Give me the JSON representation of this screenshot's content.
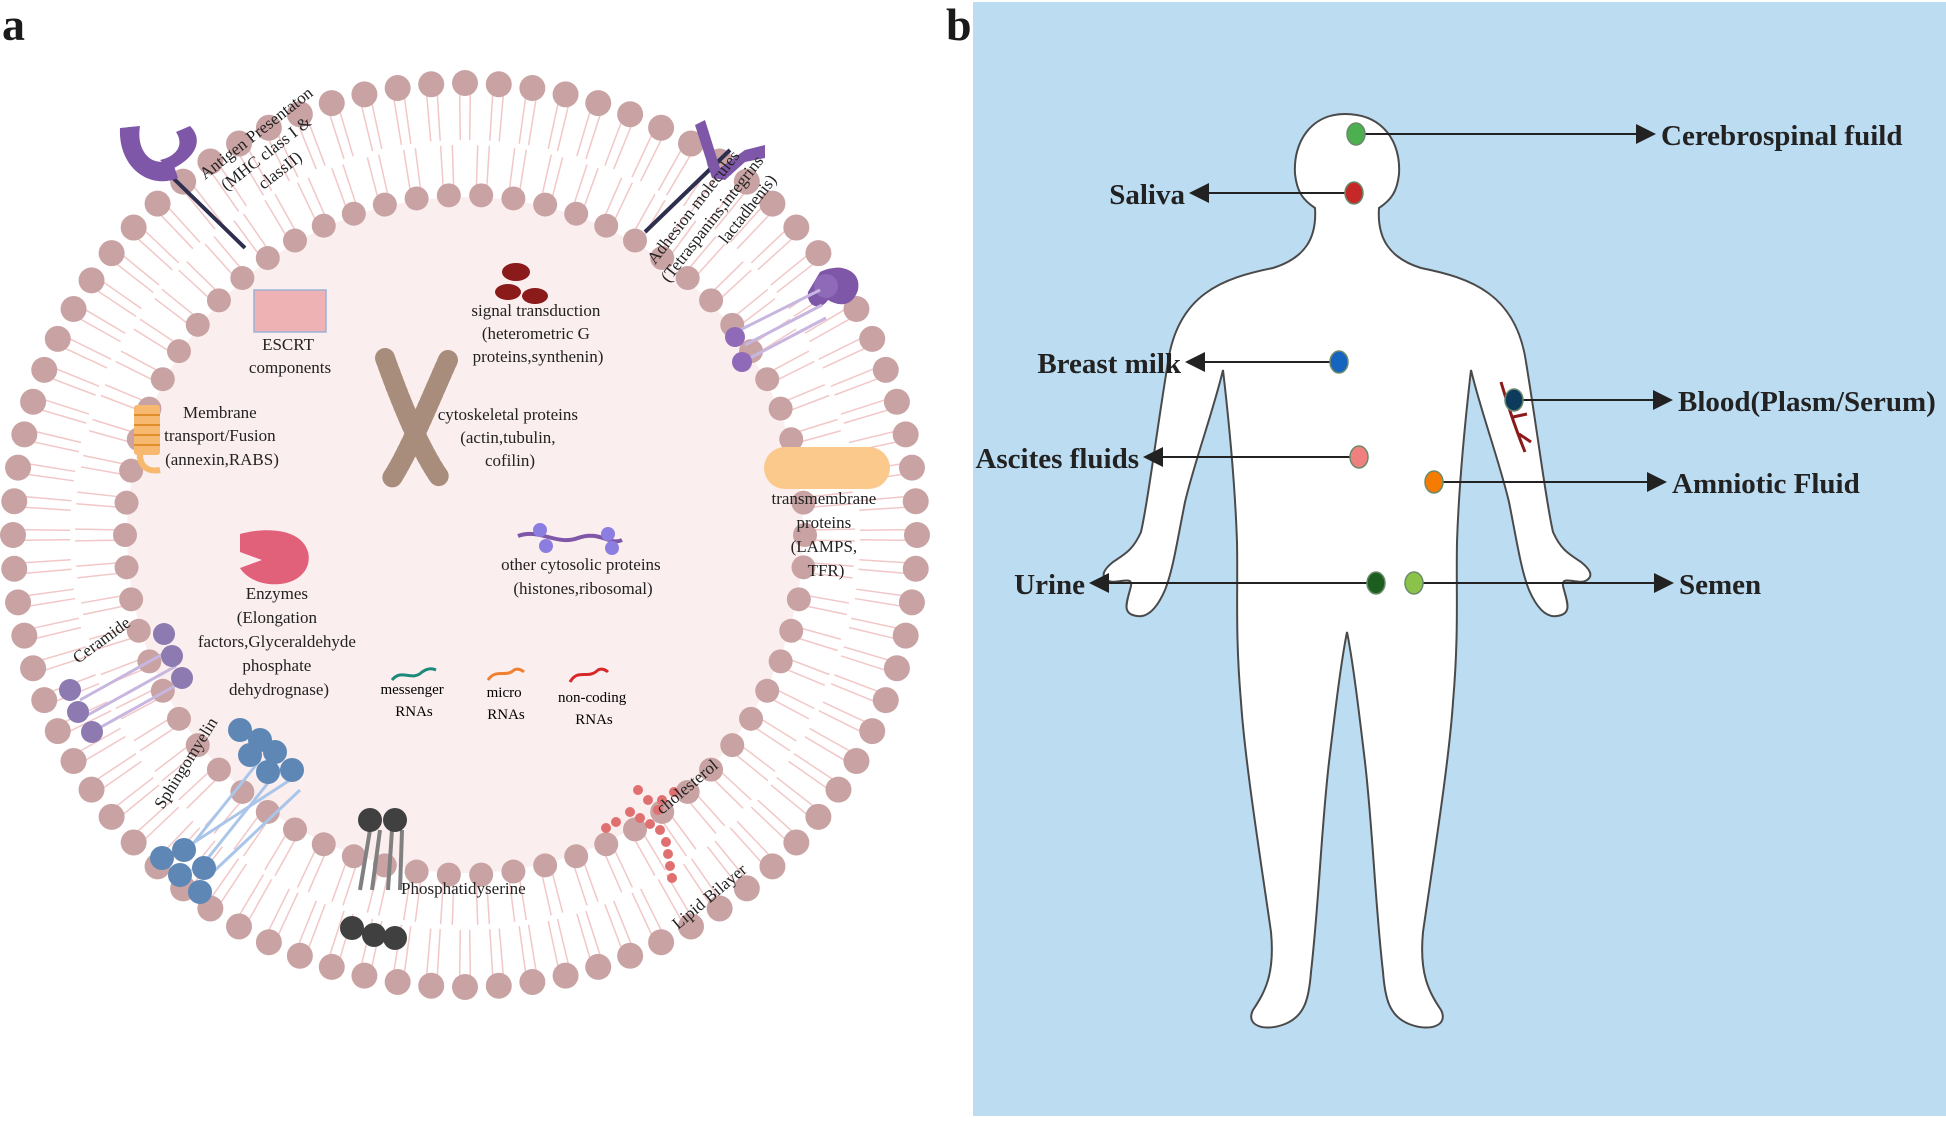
{
  "panel_a": {
    "letter": "a",
    "labels": {
      "antigen": [
        "Antigen Presentaton",
        "(MHC class I &",
        "classII)"
      ],
      "adhesion": [
        "Adhesion molecules",
        "(Tetraspanins,integrins",
        "lactadhenis)"
      ],
      "escrt": [
        "ESCRT",
        "components"
      ],
      "signal": [
        "signal transduction",
        "(heterometric G",
        "proteins,synthenin)"
      ],
      "membrane": [
        "Membrane",
        "transport/Fusion",
        "(annexin,RABS)"
      ],
      "cytoskeletal": [
        "cytoskeletal proteins",
        "(actin,tubulin,",
        "cofilin)"
      ],
      "transmembrane": [
        "transmembrane",
        "proteins",
        "(LAMPS,",
        "TFR)"
      ],
      "enzymes": [
        "Enzymes",
        "(Elongation",
        "factors,Glyceraldehyde",
        "phosphate",
        "dehydrognase)"
      ],
      "cytosolic": [
        "other cytosolic proteins",
        "(histones,ribosomal)"
      ],
      "ceramide": "Ceramide",
      "messenger": [
        "messenger",
        "RNAs"
      ],
      "micro": [
        "micro",
        "RNAs"
      ],
      "noncoding": [
        "non-coding",
        "RNAs"
      ],
      "sphingomyelin": "Sphingomyelin",
      "cholesterol": "cholesterol",
      "phosphatidylserine": "Phosphatidyserine",
      "lipid_bilayer": "Lipid Bilayer"
    }
  },
  "panel_b": {
    "letter": "b",
    "fluids": {
      "csf": "Cerebrospinal fuild",
      "saliva": "Saliva",
      "breast_milk": "Breast milk",
      "blood": "Blood(Plasm/Serum)",
      "ascites": "Ascites fluids",
      "amniotic": "Amniotic Fluid",
      "urine": "Urine",
      "semen": "Semen"
    },
    "dot_colors": {
      "csf": "#4caf50",
      "saliva": "#c62828",
      "breast_milk": "#1565c0",
      "blood": "#0d3b5e",
      "ascites": "#f08080",
      "amniotic": "#f57c00",
      "urine": "#1b5e20",
      "semen": "#8bc34a"
    }
  },
  "colors": {
    "lipid_head": "#c9a3a3",
    "vesicle_lumen": "#fbeeee",
    "background_b": "#bcdcf2"
  }
}
